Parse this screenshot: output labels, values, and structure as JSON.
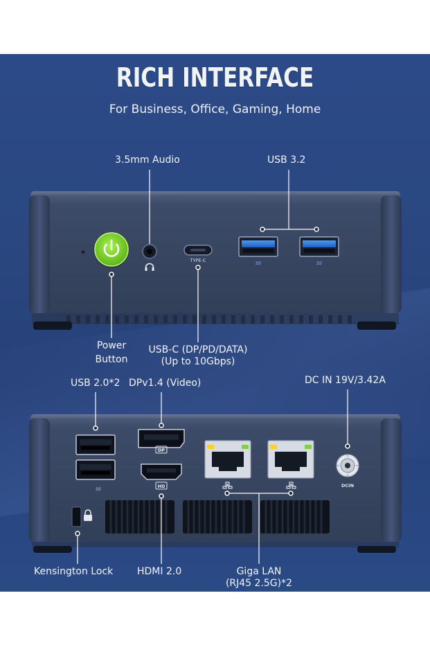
{
  "header": {
    "title": "RICH INTERFACE",
    "subtitle": "For Business, Office, Gaming, Home"
  },
  "front_panel": {
    "audio_label": "3.5mm Audio",
    "usb32_label": "USB 3.2",
    "power_label_line1": "Power",
    "power_label_line2": "Button",
    "usbc_label_line1": "USB-C (DP/PD/DATA)",
    "usbc_label_line2": "(Up to 10Gbps)",
    "typec_port_text": "TYPE-C",
    "ss_logo_text": "SS"
  },
  "rear_panel": {
    "usb20_label": "USB 2.0*2",
    "dp_label": "DPv1.4 (Video)",
    "dcin_label": "DC IN 19V/3.42A",
    "kensington_label": "Kensington Lock",
    "hdmi_label": "HDMI 2.0",
    "lan_label_line1": "Giga LAN",
    "lan_label_line2": "(RJ45 2.5G)*2",
    "dp_port_text": "DP",
    "hdmi_port_text": "HD",
    "dcin_port_text": "DCIN",
    "ss_logo_text": "SS"
  },
  "colors": {
    "background": "#2a4780",
    "chassis": "#3a4a66",
    "power_green": "#7ed321",
    "usb3_blue": "#2a78d8",
    "callout_line": "#ffffff"
  }
}
